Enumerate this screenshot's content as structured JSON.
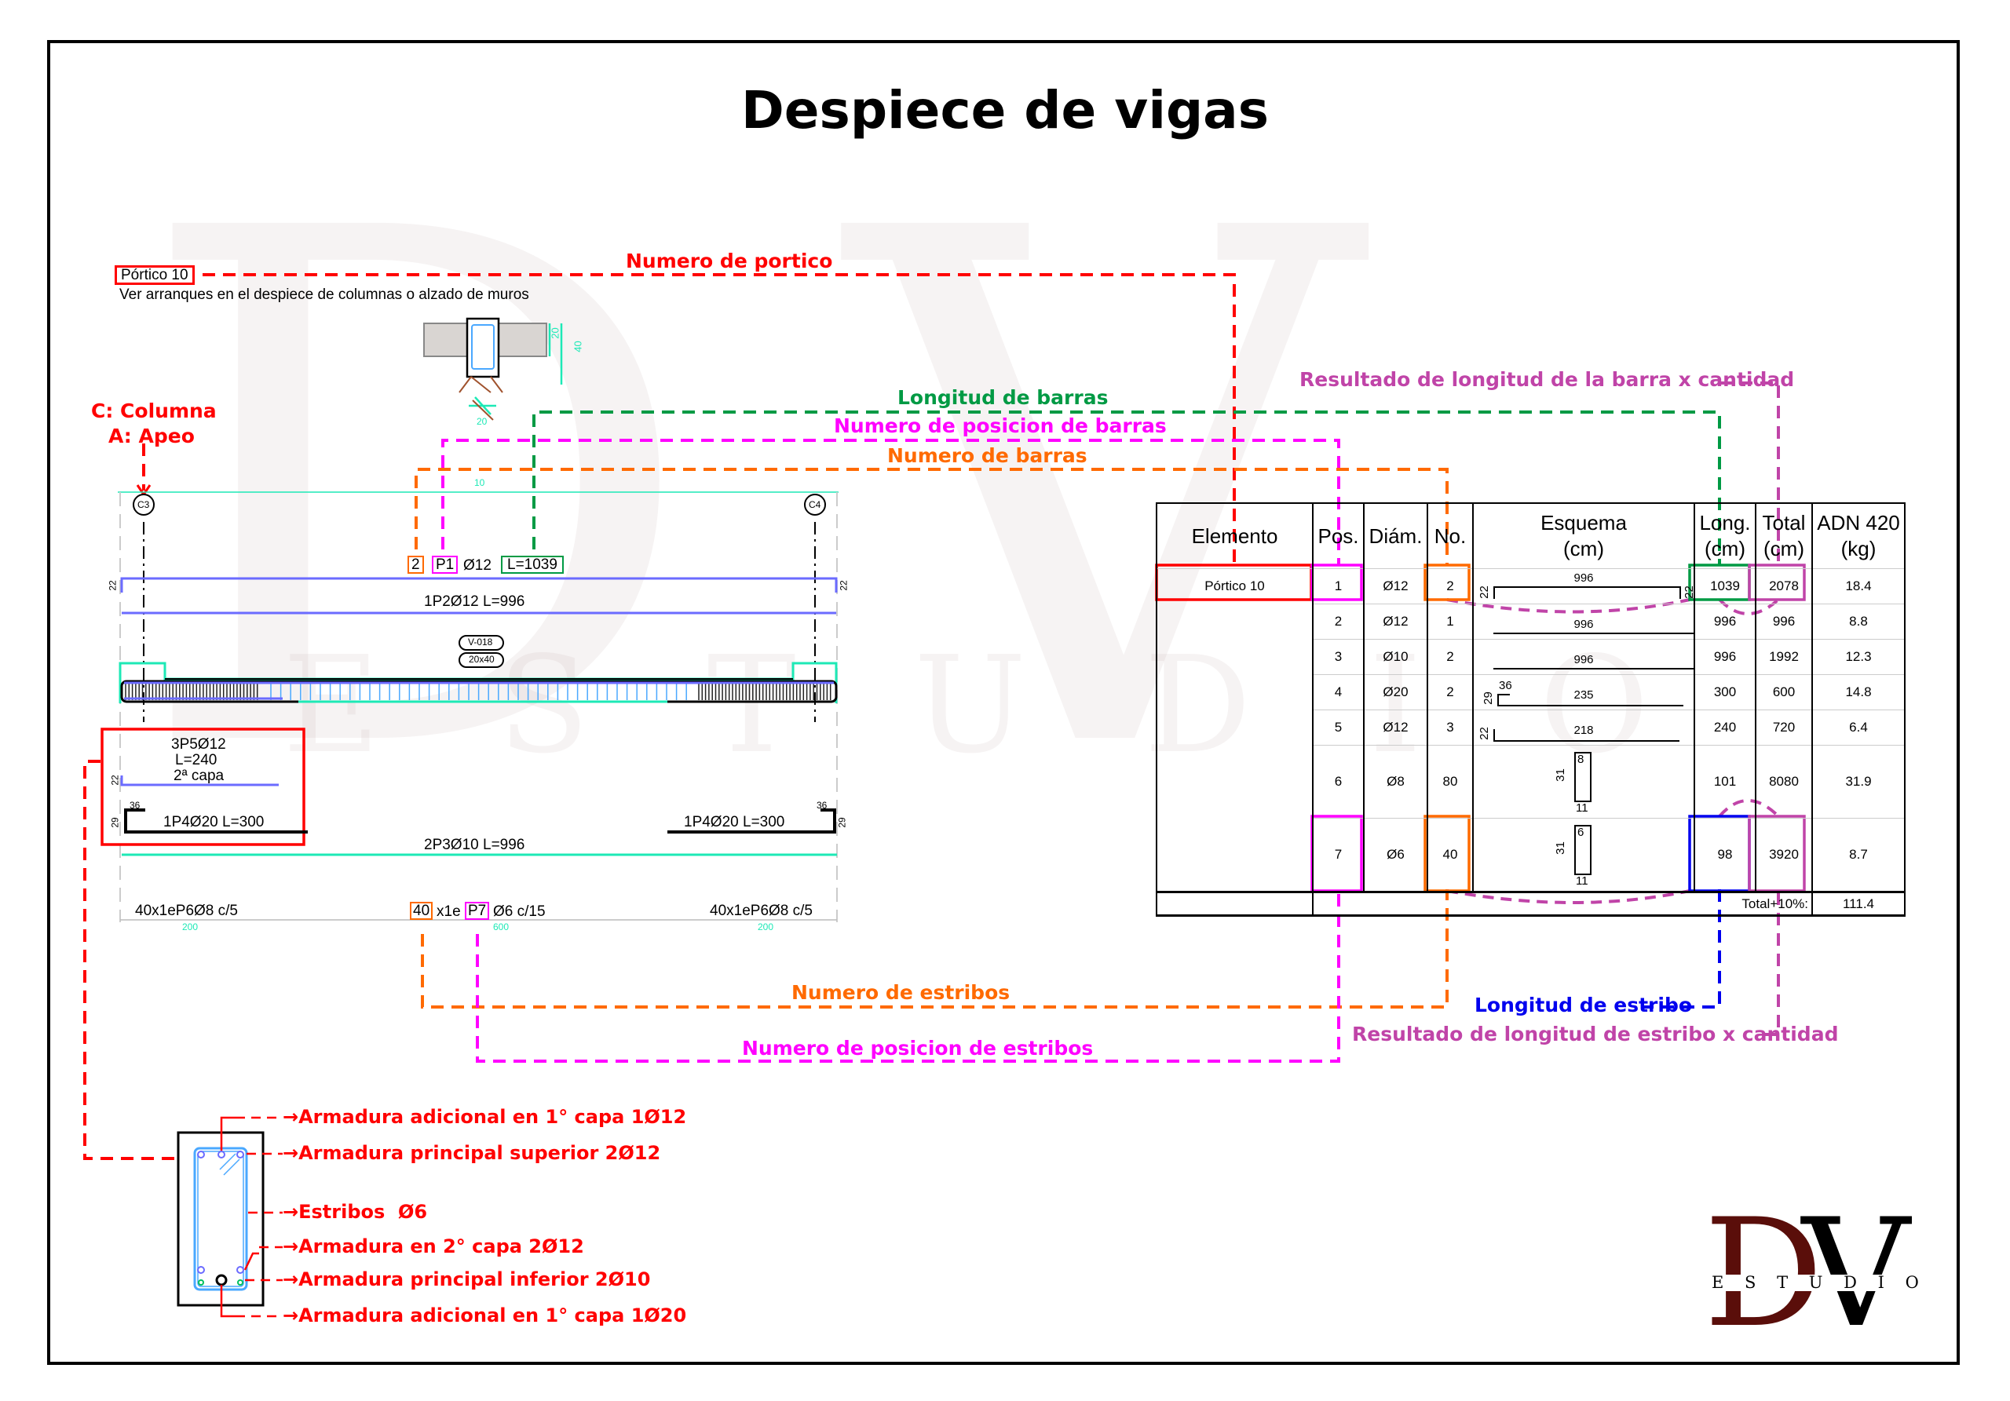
{
  "title": "Despiece de vigas",
  "portico_label": "Pórtico 10",
  "note": "Ver arranques en el despiece de columnas o alzado de muros",
  "legend_columns": {
    "c": "C: Columna",
    "a": "A: Apeo"
  },
  "section_dims": {
    "slab": "20",
    "height": "40",
    "width": "20"
  },
  "elevation": {
    "span_dim": "10",
    "columns": [
      "C3",
      "C4"
    ],
    "top_bar_callout": {
      "count": "2",
      "pos": "P1",
      "diam": "Ø12",
      "length": "L=1039"
    },
    "top_bar_label": "1P2Ø12 L=996",
    "hook_top": "22",
    "beam_tags": [
      "V-018",
      "20x40"
    ],
    "second_layer": {
      "line1": "3P5Ø12",
      "line2": "L=240",
      "line3": "2ª capa",
      "hook": "22"
    },
    "bottom_add_left": {
      "label": "1P4Ø20 L=300",
      "hook": "29",
      "ext": "36"
    },
    "bottom_add_right": {
      "label": "1P4Ø20 L=300",
      "hook": "29",
      "ext": "36"
    },
    "bottom_main": "2P3Ø10 L=996",
    "stirrups_left": "40x1eP6Ø8 c/5",
    "stirrups_right": "40x1eP6Ø8 c/5",
    "stirrups_mid": {
      "count": "40",
      "mid": "x1e",
      "pos": "P7",
      "rest": "Ø6 c/15"
    },
    "zones": [
      "200",
      "600",
      "200"
    ]
  },
  "annotations": {
    "numero_portico": "Numero de portico",
    "longitud_barras": "Longitud de barras",
    "posicion_barras": "Numero de posicion de barras",
    "numero_barras": "Numero de barras",
    "resultado_barra": "Resultado de longitud de la barra x cantidad",
    "numero_estribos": "Numero de estribos",
    "posicion_estribos": "Numero de posicion de estribos",
    "longitud_estribo": "Longitud de estribo",
    "resultado_estribo": "Resultado de longitud de estribo x cantidad"
  },
  "section_labels": [
    "Armadura adicional en 1° capa 1Ø12",
    "Armadura principal superior 2Ø12",
    "Estribos  Ø6",
    "Armadura en 2° capa 2Ø12",
    "Armadura principal inferior 2Ø10",
    "Armadura adicional en 1° capa 1Ø20"
  ],
  "schedule": {
    "headers": [
      "Elemento",
      "Pos.",
      "Diám.",
      "No.",
      "Esquema\n(cm)",
      "Long.\n(cm)",
      "Total\n(cm)",
      "ADN 420\n(kg)"
    ],
    "element": "Pórtico 10",
    "rows": [
      {
        "pos": "1",
        "diam": "Ø12",
        "no": "2",
        "esquema": {
          "len": "996",
          "hookL": "22",
          "hookR": "22"
        },
        "long": "1039",
        "total": "2078",
        "kg": "18.4"
      },
      {
        "pos": "2",
        "diam": "Ø12",
        "no": "1",
        "esquema": {
          "len": "996"
        },
        "long": "996",
        "total": "996",
        "kg": "8.8"
      },
      {
        "pos": "3",
        "diam": "Ø10",
        "no": "2",
        "esquema": {
          "len": "996"
        },
        "long": "996",
        "total": "1992",
        "kg": "12.3"
      },
      {
        "pos": "4",
        "diam": "Ø20",
        "no": "2",
        "esquema": {
          "len": "235",
          "hookL": "29",
          "ext": "36"
        },
        "long": "300",
        "total": "600",
        "kg": "14.8"
      },
      {
        "pos": "5",
        "diam": "Ø12",
        "no": "3",
        "esquema": {
          "len": "218",
          "hookL": "22"
        },
        "long": "240",
        "total": "720",
        "kg": "6.4"
      },
      {
        "pos": "6",
        "diam": "Ø8",
        "no": "80",
        "esquema": {
          "h": "31",
          "w": "11",
          "hook": "8"
        },
        "long": "101",
        "total": "8080",
        "kg": "31.9"
      },
      {
        "pos": "7",
        "diam": "Ø6",
        "no": "40",
        "esquema": {
          "h": "31",
          "w": "11",
          "hook": "6"
        },
        "long": "98",
        "total": "3920",
        "kg": "8.7"
      }
    ],
    "total_label": "Total+10%:",
    "total_value": "111.4"
  },
  "logo": {
    "initials_d": "D",
    "initials_v": "V",
    "studio": "E S T U D I O"
  },
  "colors": {
    "red": "#ff0000",
    "green": "#009a44",
    "magenta": "#ff00ff",
    "orange": "#ff6a00",
    "purple": "#c044a8",
    "blue": "#0000ee",
    "logo_maroon": "#5a0e0a",
    "bar_blue": "#6b6bff",
    "teal": "#1de9b6"
  }
}
